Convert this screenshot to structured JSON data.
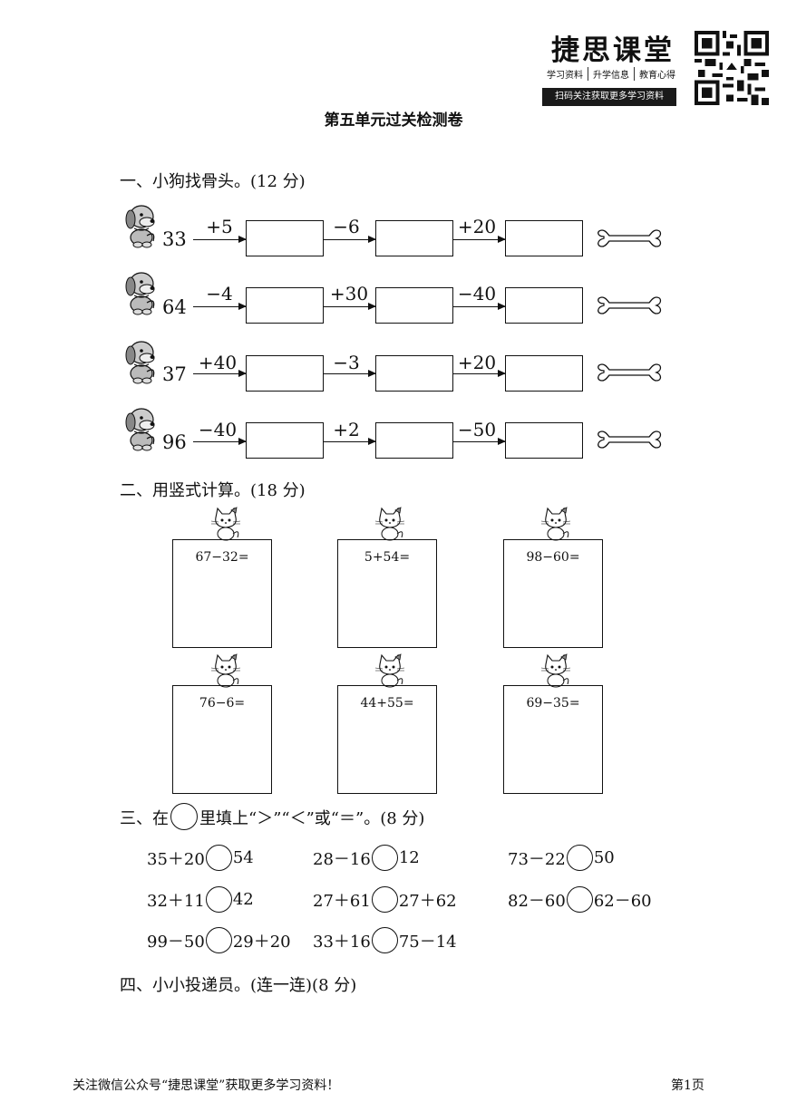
{
  "brand": {
    "title": "捷思课堂",
    "tags": [
      "学习资料",
      "升学信息",
      "教育心得"
    ],
    "bar": "扫码关注获取更多学习资料"
  },
  "page_title": "第五单元过关检测卷",
  "section1": {
    "heading": "一、小狗找骨头。(12 分)",
    "rows": [
      {
        "start": "33",
        "ops": [
          "+5",
          "−6",
          "+20"
        ]
      },
      {
        "start": "64",
        "ops": [
          "−4",
          "+30",
          "−40"
        ]
      },
      {
        "start": "37",
        "ops": [
          "+40",
          "−3",
          "+20"
        ]
      },
      {
        "start": "96",
        "ops": [
          "−40",
          "+2",
          "−50"
        ]
      }
    ]
  },
  "section2": {
    "heading": "二、用竖式计算。(18 分)",
    "problems": [
      "67−32=",
      "5+54=",
      "98−60=",
      "76−6=",
      "44+55=",
      "69−35="
    ]
  },
  "section3": {
    "heading_pre": "三、在",
    "heading_post": "里填上“＞”“＜”或“＝”。(8 分)",
    "items": [
      {
        "left": "35＋20",
        "right": "54"
      },
      {
        "left": "28－16",
        "right": "12"
      },
      {
        "left": "73－22",
        "right": "50"
      },
      {
        "left": "32＋11",
        "right": "42"
      },
      {
        "left": "27＋61",
        "right": "27＋62"
      },
      {
        "left": "82－60",
        "right": "62－60"
      },
      {
        "left": "99－50",
        "right": "29＋20"
      },
      {
        "left": "33＋16",
        "right": "75－14"
      }
    ]
  },
  "section4": {
    "heading": "四、小小投递员。(连一连)(8 分)"
  },
  "footer": {
    "left": "关注微信公众号“捷思课堂”获取更多学习资料！",
    "right": "第1页"
  }
}
